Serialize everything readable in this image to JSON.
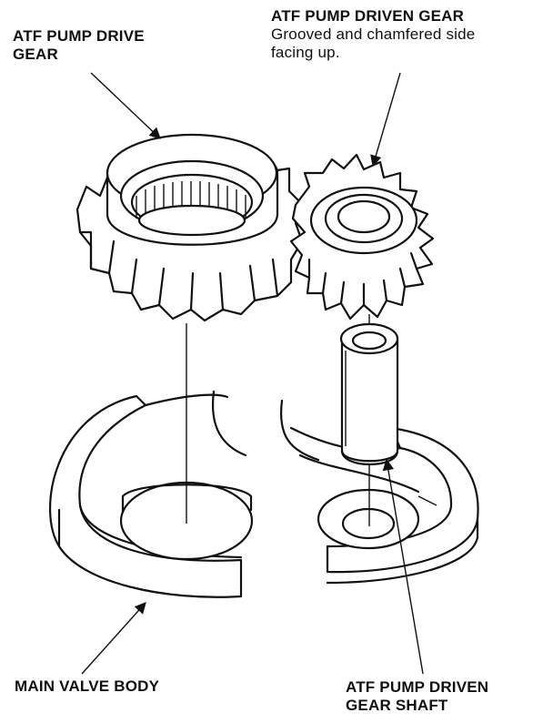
{
  "labels": {
    "drive_gear": [
      "ATF PUMP DRIVE",
      "GEAR"
    ],
    "driven_gear": {
      "title": "ATF PUMP DRIVEN GEAR",
      "note": [
        "Grooved and chamfered side",
        "facing up."
      ]
    },
    "valve_body": "MAIN VALVE BODY",
    "shaft": [
      "ATF PUMP DRIVEN",
      "GEAR SHAFT"
    ]
  }
}
